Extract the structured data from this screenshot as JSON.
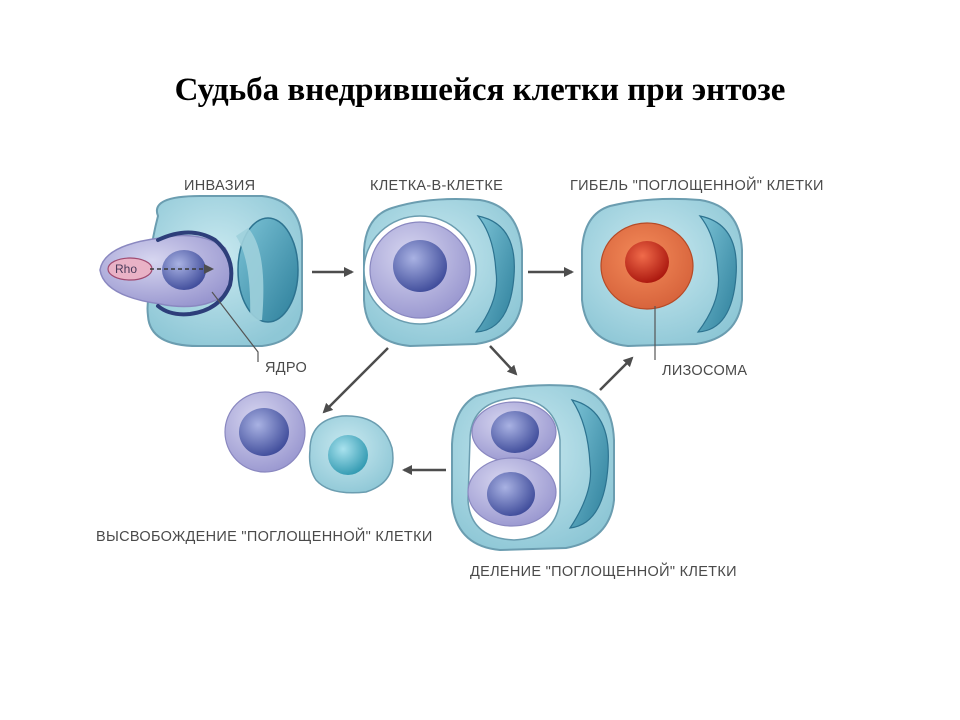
{
  "title": "Судьба внедрившейся клетки при энтозе",
  "labels": {
    "invasion": "ИНВАЗИЯ",
    "cell_in_cell": "КЛЕТКА-В-КЛЕТКЕ",
    "death": "ГИБЕЛЬ \"ПОГЛОЩЕННОЙ\" КЛЕТКИ",
    "nucleus": "ЯДРО",
    "lysosome": "ЛИЗОСОМА",
    "release": "ВЫСВОБОЖДЕНИЕ \"ПОГЛОЩЕННОЙ\" КЛЕТКИ",
    "division": "ДЕЛЕНИЕ \"ПОГЛОЩЕННОЙ\" КЛЕТКИ",
    "rho": "Rho"
  },
  "colors": {
    "host_cell_fill": "#9fd0dc",
    "host_cell_stroke": "#5a8fa3",
    "host_nucleus": "#3f95ad",
    "internal_cell": "#a7a5d6",
    "internal_nucleus": "#4d5aa8",
    "lysosome_outer": "#d9663c",
    "lysosome_inner": "#c2281a",
    "arrow": "#4d4d4d"
  }
}
